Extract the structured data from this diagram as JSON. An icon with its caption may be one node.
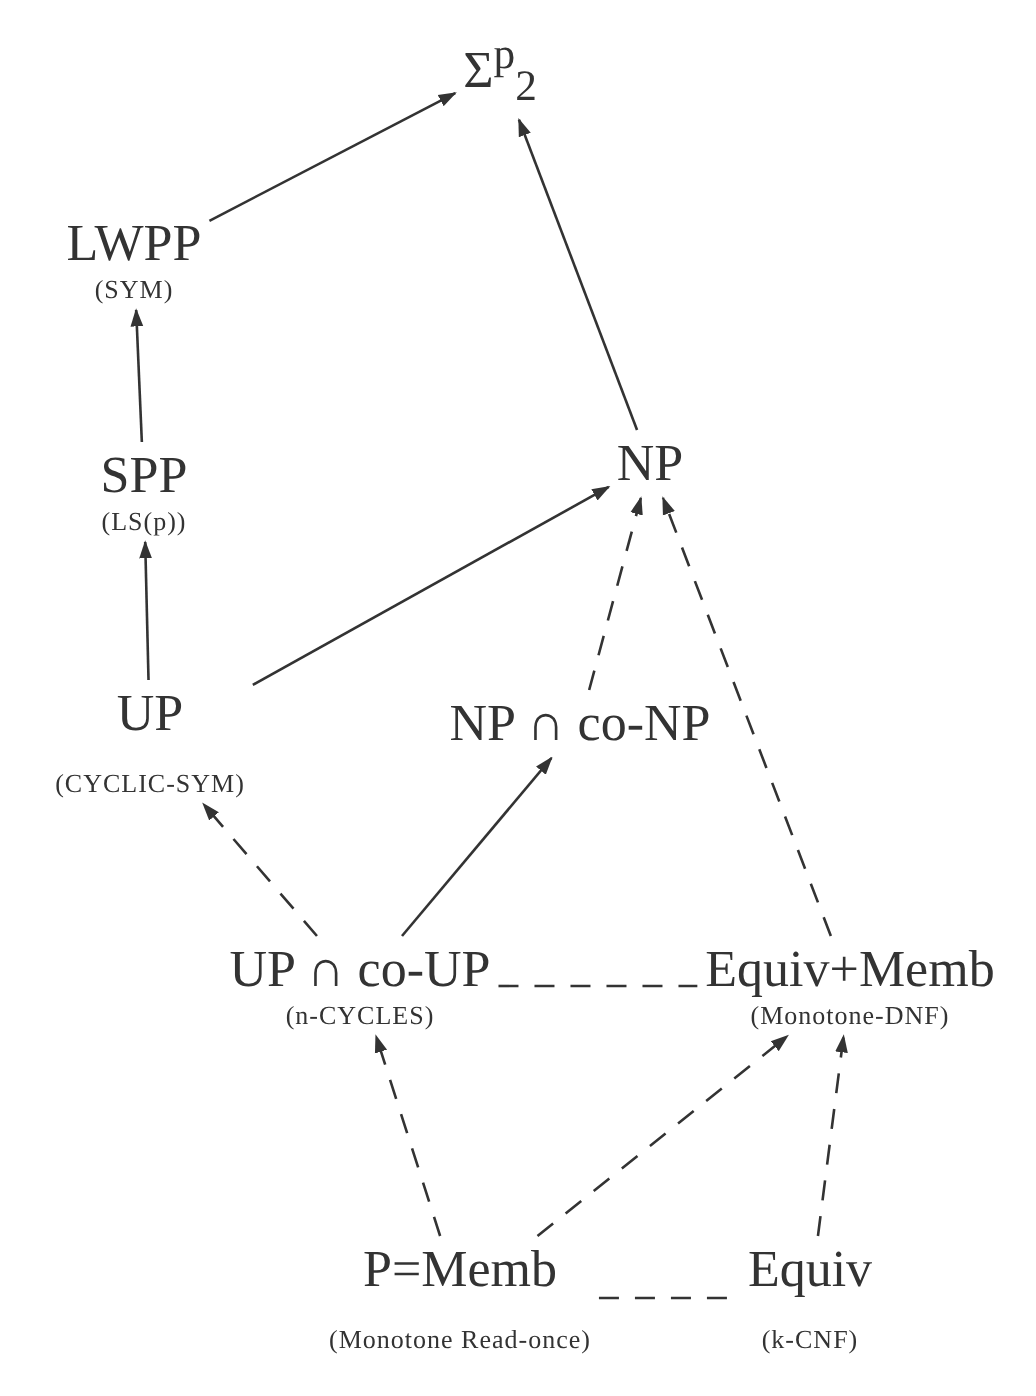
{
  "diagram": {
    "nodes": [
      {
        "text": [
          "Σ$^{p}$$_{2}$"
        ]
      },
      {
        "text": [
          "LWPP",
          "(SYM)"
        ]
      },
      {
        "text": [
          "NP"
        ]
      },
      {
        "text": [
          "SPP",
          "(LS(p))"
        ]
      },
      {
        "text": [
          "UP",
          "(CYCLIC-SYM)"
        ]
      },
      {
        "text": [
          "NP ∩ co-NP"
        ]
      },
      {
        "text": [
          "UP ∩ co-UP",
          "(n-CYCLES)"
        ]
      },
      {
        "text": [
          "Equiv+Memb",
          "(Monotone-DNF)"
        ]
      },
      {
        "text": [
          "P=Memb",
          "(Monotone Read-once)"
        ]
      },
      {
        "text": [
          "Equiv",
          "(k-CNF)"
        ]
      }
    ],
    "edges": [
      {
        "from": 1,
        "to": 0,
        "arrow": "to"
      },
      {
        "from": 2,
        "to": 0,
        "arrow": "to"
      },
      {
        "from": 3,
        "to": 1,
        "arrow": "to"
      },
      {
        "from": 4,
        "to": 3,
        "arrow": "to"
      },
      {
        "from": 4,
        "to": 2,
        "arrow": "to"
      },
      {
        "from": 5,
        "to": 2,
        "arrow": "to",
        "style": "dashed"
      },
      {
        "from": 7,
        "to": 2,
        "arrow": "to",
        "style": "dashed"
      },
      {
        "from": 6,
        "to": 4,
        "arrow": "to",
        "style": "dashed"
      },
      {
        "from": 6,
        "to": 5,
        "arrow": "to"
      },
      {
        "from": 6,
        "to": 7,
        "arrow": "none",
        "style": "dashed"
      },
      {
        "from": 8,
        "to": 6,
        "arrow": "to",
        "style": "dashed"
      },
      {
        "from": 8,
        "to": 7,
        "arrow": "to",
        "style": "dashed"
      },
      {
        "from": 9,
        "to": 7,
        "arrow": "to",
        "style": "dashed"
      },
      {
        "from": 8,
        "to": 9,
        "arrow": "none",
        "style": "dashed"
      }
    ]
  }
}
